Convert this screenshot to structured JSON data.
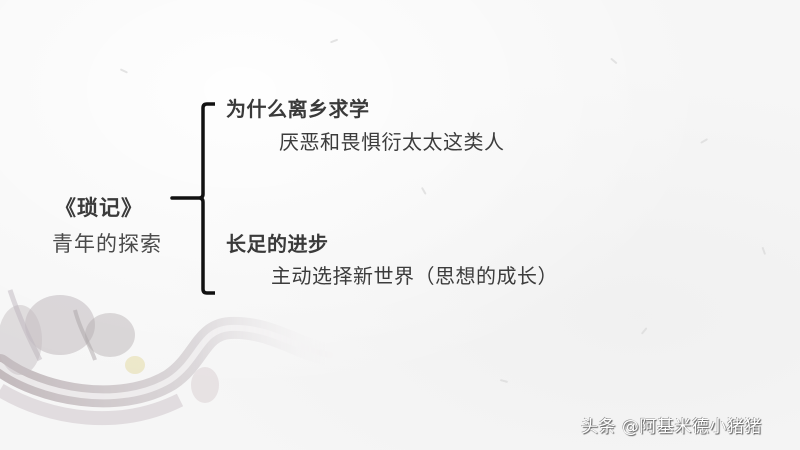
{
  "slide": {
    "topic": {
      "title": "《琐记》",
      "subtitle": "青年的探索"
    },
    "branches": [
      {
        "heading": "为什么离乡求学",
        "detail": "厌恶和畏惧衍太太这类人"
      },
      {
        "heading": "长足的进步",
        "detail": "主动选择新世界（思想的成长）"
      }
    ],
    "icons": {
      "bracket": "curly-brace",
      "decoration": "dragon-swirl"
    },
    "colors": {
      "background": "#f6f6f6",
      "text": "#3a3a3a"
    }
  },
  "watermark": "头条 @阿基米德小猪猪"
}
